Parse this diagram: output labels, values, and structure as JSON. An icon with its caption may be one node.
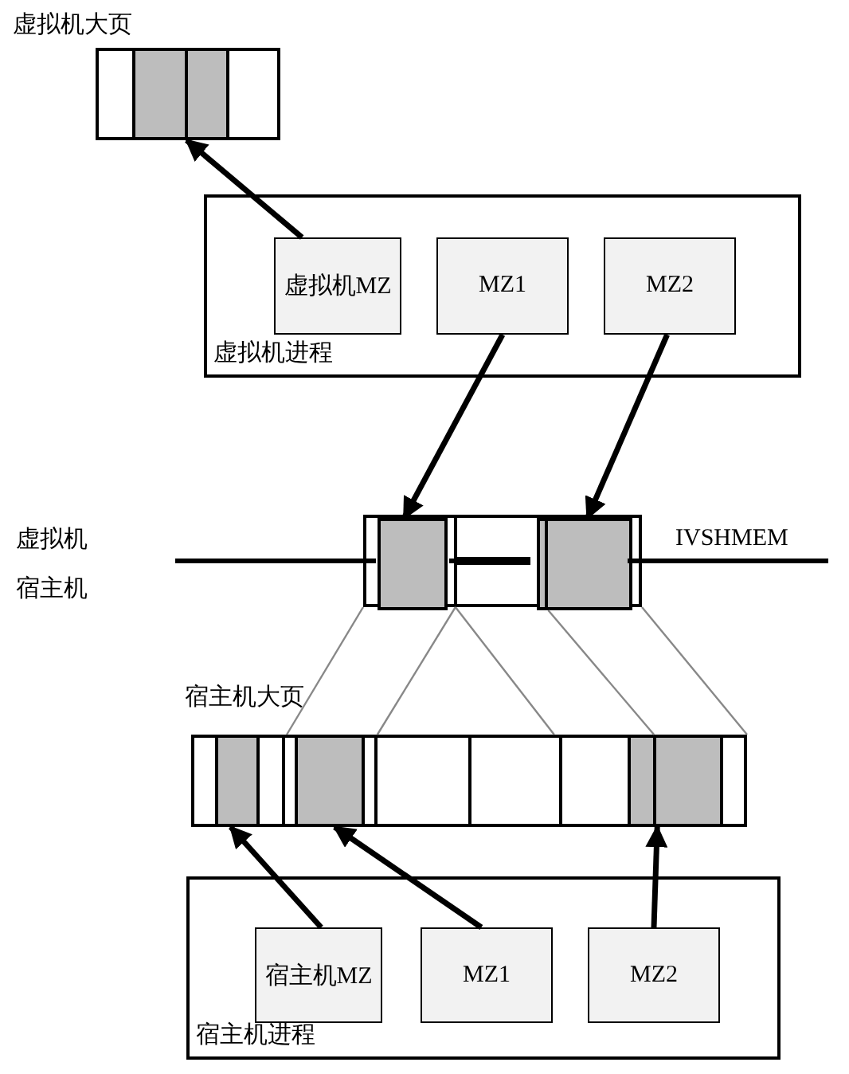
{
  "diagram": {
    "nodes": [
      {
        "text": [
          "虚拟机大页"
        ]
      },
      {
        "text": [],
        "shape": "box",
        "in": 0
      },
      {
        "text": [
          "虚拟机进程"
        ]
      },
      {
        "text": [
          "虚拟机MZ"
        ],
        "in": 2
      },
      {
        "text": [
          "MZ1"
        ],
        "in": 2
      },
      {
        "text": [
          "MZ2"
        ],
        "in": 2
      },
      {
        "text": [],
        "shape": "bar"
      },
      {
        "text": [],
        "shape": "box",
        "in": 6
      },
      {
        "text": [],
        "shape": "box",
        "in": 6
      },
      {
        "text": [
          "宿主机大页"
        ]
      },
      {
        "text": [],
        "shape": "box",
        "in": 9
      },
      {
        "text": [],
        "shape": "box",
        "in": 9
      },
      {
        "text": [],
        "shape": "box",
        "in": 9
      },
      {
        "text": [
          "宿主机进程"
        ]
      },
      {
        "text": [
          "宿主机MZ"
        ],
        "in": 13
      },
      {
        "text": [
          "MZ1"
        ],
        "in": 13
      },
      {
        "text": [
          "MZ2"
        ],
        "in": 13
      }
    ],
    "edges": [
      {
        "from": 3,
        "to": 1,
        "arrow": "to"
      },
      {
        "from": 4,
        "to": 7,
        "arrow": "to"
      },
      {
        "from": 5,
        "to": 8,
        "arrow": "to"
      },
      {
        "from": 14,
        "to": 10,
        "arrow": "to"
      },
      {
        "from": 15,
        "to": 11,
        "arrow": "to"
      },
      {
        "from": 16,
        "to": 12,
        "arrow": "to"
      },
      {
        "from": 6,
        "to": 9,
        "arrow": "none",
        "color": "#888888"
      },
      {
        "from": 6,
        "to": 9,
        "arrow": "none",
        "color": "#888888"
      },
      {
        "from": 6,
        "to": 9,
        "arrow": "none",
        "color": "#888888"
      },
      {
        "from": 8,
        "to": 12,
        "arrow": "none",
        "color": "#888888"
      },
      {
        "from": 6,
        "to": 9,
        "arrow": "none",
        "color": "#888888"
      }
    ],
    "labels": [
      "虚拟机",
      "宿主机",
      "IVSHMEM"
    ]
  }
}
